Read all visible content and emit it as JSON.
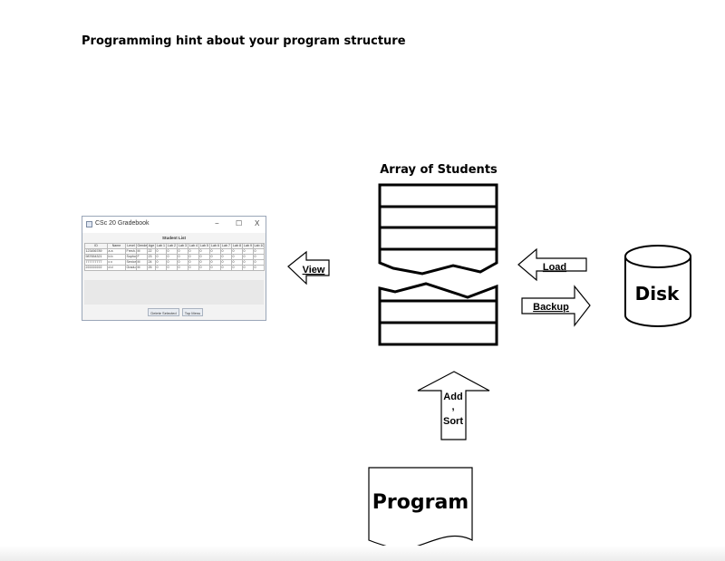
{
  "title": "Programming hint about your program structure",
  "array_label": "Array of Students",
  "view_label": "View",
  "load_label": "Load",
  "backup_label": "Backup",
  "disk_label": "Disk",
  "add_label": "Add",
  "comma": ",",
  "sort_label": "Sort",
  "program_label": "Program",
  "gradebook": {
    "window_title": "CSc 20 Gradebook",
    "minimize": "−",
    "maximize": "☐",
    "close": "X",
    "caption": "Student List",
    "columns": [
      "ID",
      "Name",
      "Level",
      "Gender",
      "Age",
      "Lab 1",
      "Lab 2",
      "Lab 3",
      "Lab 4",
      "Lab 5",
      "Lab 6",
      "Lab 7",
      "Lab 8",
      "Lab 9",
      "Lab 10"
    ],
    "rows": [
      [
        "123456789",
        "a a",
        "Fresh...",
        "M",
        "22",
        "0",
        "0",
        "0",
        "0",
        "0",
        "0",
        "0",
        "0",
        "0",
        "0"
      ],
      [
        "987654321",
        "b b",
        "Sopho...",
        "F",
        "23",
        "0",
        "0",
        "0",
        "0",
        "0",
        "0",
        "0",
        "0",
        "0",
        "0"
      ],
      [
        "777777777",
        "c c",
        "Senior",
        "M",
        "24",
        "0",
        "0",
        "0",
        "0",
        "0",
        "0",
        "0",
        "0",
        "0",
        "0"
      ],
      [
        "222222222",
        "d d",
        "Gradu...",
        "M",
        "25",
        "0",
        "0",
        "0",
        "0",
        "0",
        "0",
        "0",
        "0",
        "0",
        "0"
      ]
    ],
    "delete_button": "Delete Selected",
    "top_menu_button": "Top Menu"
  }
}
